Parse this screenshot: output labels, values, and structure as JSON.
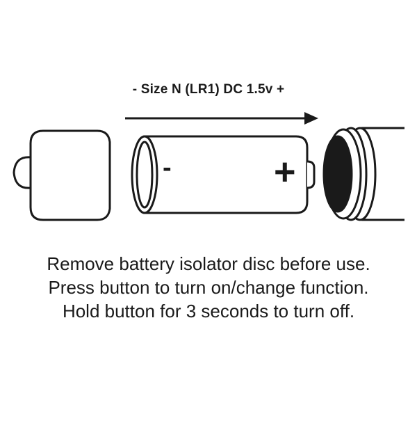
{
  "diagram": {
    "size_label": "- Size N (LR1) DC 1.5v +",
    "battery": {
      "negative_sign": "-",
      "positive_sign": "+"
    },
    "instructions": [
      "Remove battery isolator disc before use.",
      "Press button to turn on/change function.",
      "Hold button for 3 seconds to turn off."
    ]
  }
}
